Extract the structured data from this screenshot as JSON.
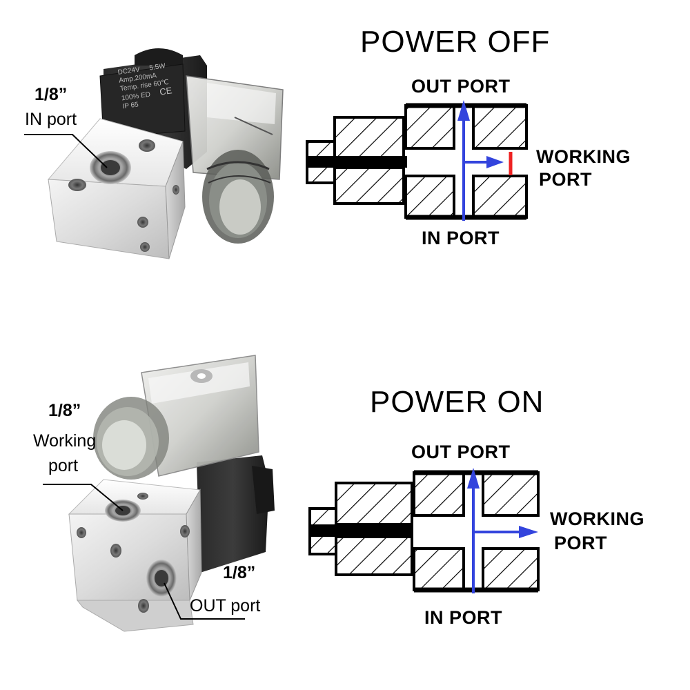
{
  "power_off": {
    "title": "POWER OFF",
    "out_port": "OUT PORT",
    "in_port": "IN PORT",
    "working_port_1": "WORKING",
    "working_port_2": "PORT"
  },
  "power_on": {
    "title": "POWER ON",
    "out_port": "OUT PORT",
    "in_port": "IN PORT",
    "working_port_1": "WORKING",
    "working_port_2": "PORT"
  },
  "photo_top": {
    "size": "1/8”",
    "port": "IN port",
    "coil_label": {
      "line1": "DC24V",
      "line2": "5.5W",
      "line3": "Amp.200mA",
      "line4": "Temp. rise 60℃",
      "line5": "100% ED",
      "line6": "IP 65",
      "mark": "CE"
    }
  },
  "photo_bottom": {
    "size_working": "1/8”",
    "working_1": "Working",
    "working_2": "port",
    "size_out": "1/8”",
    "out_port": "OUT port"
  },
  "colors": {
    "flow_arrow": "#3344dd",
    "blocked": "#ee2222",
    "hatch": "#000000"
  }
}
